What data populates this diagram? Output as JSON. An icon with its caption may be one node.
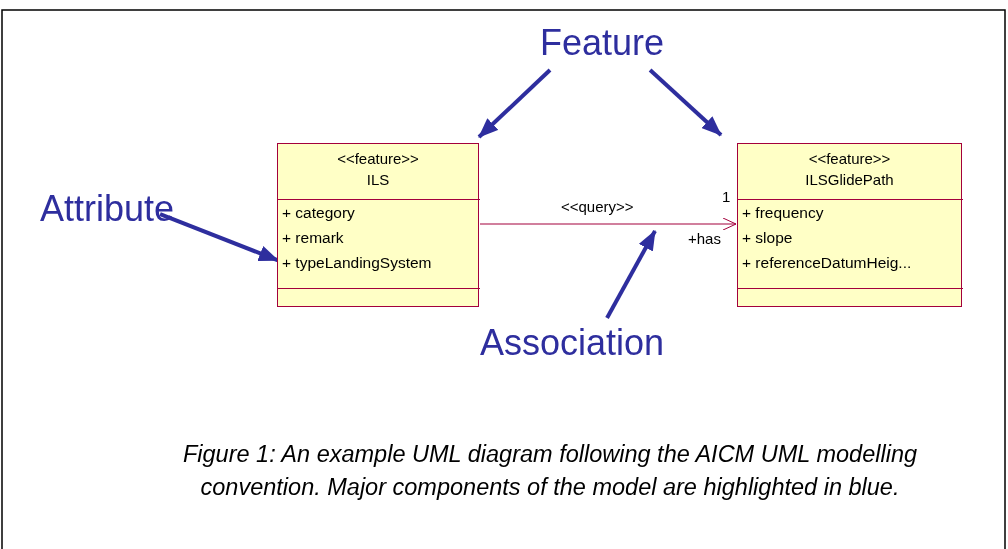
{
  "diagram": {
    "caption": "Figure 1: An example UML diagram following the AICM UML modelling convention. Major components of the model are highlighted in blue.",
    "nodes": [
      {
        "text": [
          "<<feature>>",
          "ILS"
        ]
      },
      {
        "text": [
          "+ category",
          "+ remark",
          "+ typeLandingSystem"
        ],
        "in": 0
      },
      {
        "text": [],
        "shape": "box",
        "in": 0
      },
      {
        "text": [
          "<<feature>>",
          "ILSGlidePath"
        ]
      },
      {
        "text": [
          "+ frequency",
          "+ slope",
          "+ referenceDatumHeig..."
        ],
        "in": 3
      },
      {
        "text": [],
        "shape": "box",
        "in": 3
      },
      {
        "text": [
          "Feature"
        ]
      },
      {
        "text": [
          "Attribute"
        ]
      },
      {
        "text": [
          "Association"
        ]
      }
    ],
    "edges": [
      {
        "from": 0,
        "to": 3,
        "arrow": "to",
        "label": "<<query>>",
        "color": "#a3003c"
      },
      {
        "from": 6,
        "to": 0,
        "arrow": "to"
      },
      {
        "from": 6,
        "to": 3,
        "arrow": "to"
      },
      {
        "from": 7,
        "to": 1,
        "arrow": "to"
      },
      {
        "from": 8,
        "to": null,
        "arrow": "to"
      }
    ],
    "labels": [
      "1",
      "+has"
    ]
  }
}
